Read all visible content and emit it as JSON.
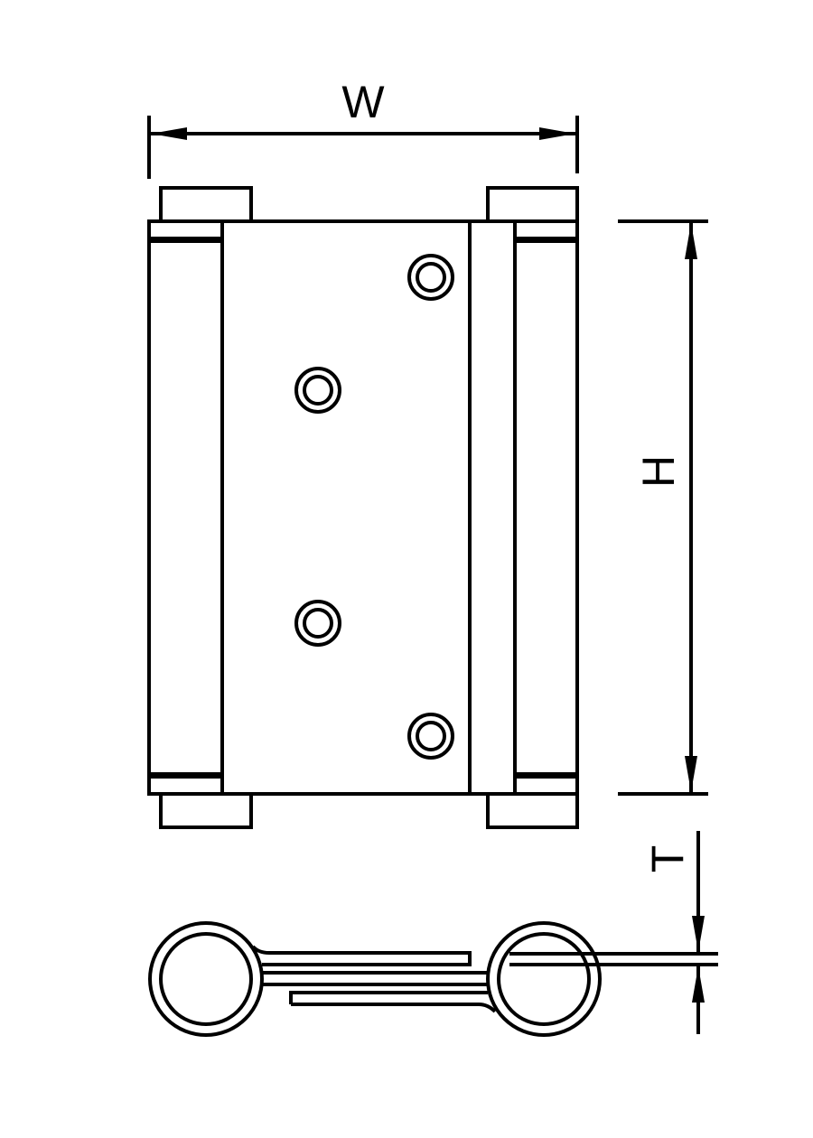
{
  "drawing": {
    "subject": "double-action spring hinge",
    "stroke_color": "#000000",
    "background": "#ffffff"
  },
  "dimensions": {
    "width_label": "W",
    "height_label": "H",
    "thickness_label": "T"
  },
  "views": [
    {
      "name": "front-view",
      "screw_holes": 4
    },
    {
      "name": "top-view",
      "barrels": 2
    }
  ]
}
